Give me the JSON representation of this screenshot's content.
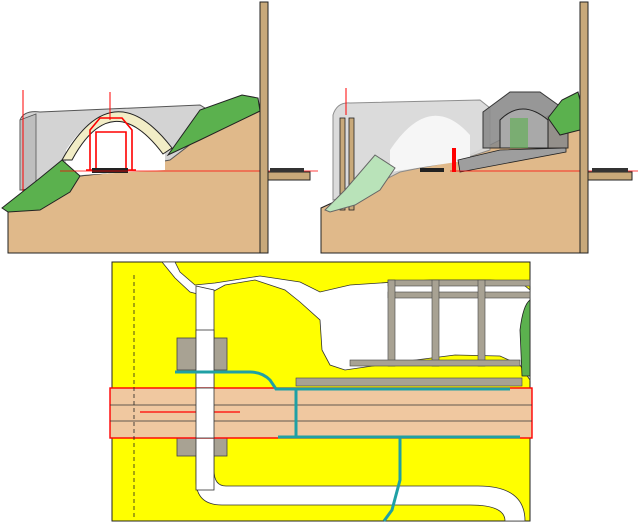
{
  "figure": {
    "panels": [
      {
        "id": "section-left",
        "kind": "cross-section"
      },
      {
        "id": "section-right",
        "kind": "cross-section"
      },
      {
        "id": "plan",
        "kind": "plan-view"
      }
    ],
    "colors": {
      "soil": "#E0B98A",
      "grass": "#5BB14E",
      "grass_light": "#B9E3B9",
      "masonry": "#D3D3D3",
      "masonry_dark": "#9E9E9E",
      "arch": "#F2EDC6",
      "post": "#C8A97A",
      "pillar": "#A8A293",
      "plan_ground": "#FFFF00",
      "plan_white": "#FFFFFF",
      "plan_band": "#F0C8A0",
      "pipe": "#1FA0A5",
      "red": "#FF0000",
      "outline": "#222222"
    }
  }
}
